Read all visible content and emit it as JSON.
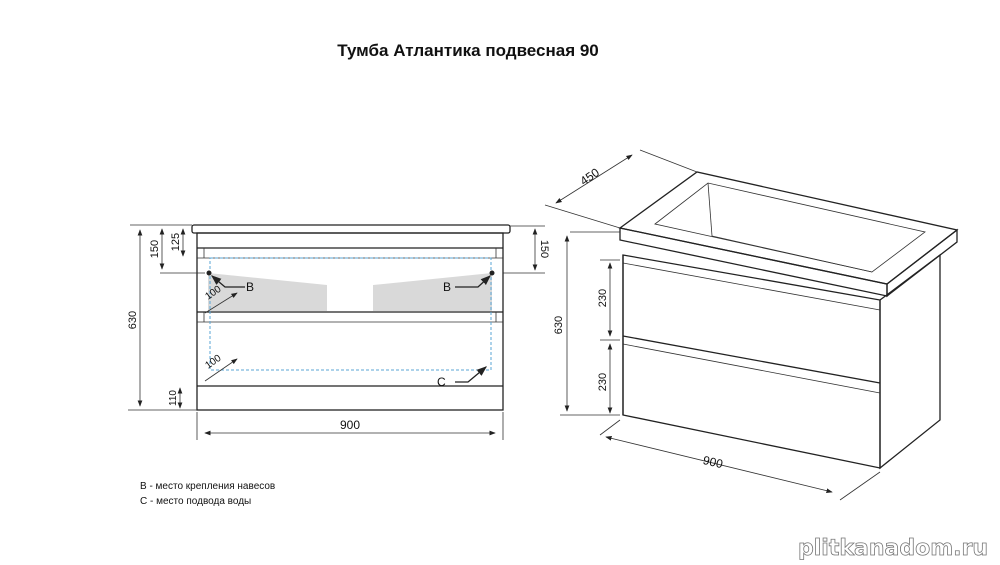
{
  "title": "Тумба Атлантика подвесная 90",
  "front_view": {
    "dims": {
      "height_total": "630",
      "top_150": "150",
      "top_125": "125",
      "plinth": "110",
      "width": "900",
      "right_150": "150",
      "offset_upper": "100",
      "offset_lower": "100"
    },
    "labels": {
      "b_left": "B",
      "b_right": "B",
      "c": "C"
    }
  },
  "iso_view": {
    "dims": {
      "depth": "450",
      "height_total": "630",
      "drawer_upper": "230",
      "drawer_lower": "230",
      "width": "900"
    }
  },
  "legend": [
    "B - место крепления навесов",
    "C - место подвода воды"
  ],
  "watermark": "plitkanadom.ru",
  "colors": {
    "dashed_outline": "#5aa6d6",
    "mount_zone": "#d9d9d9"
  }
}
